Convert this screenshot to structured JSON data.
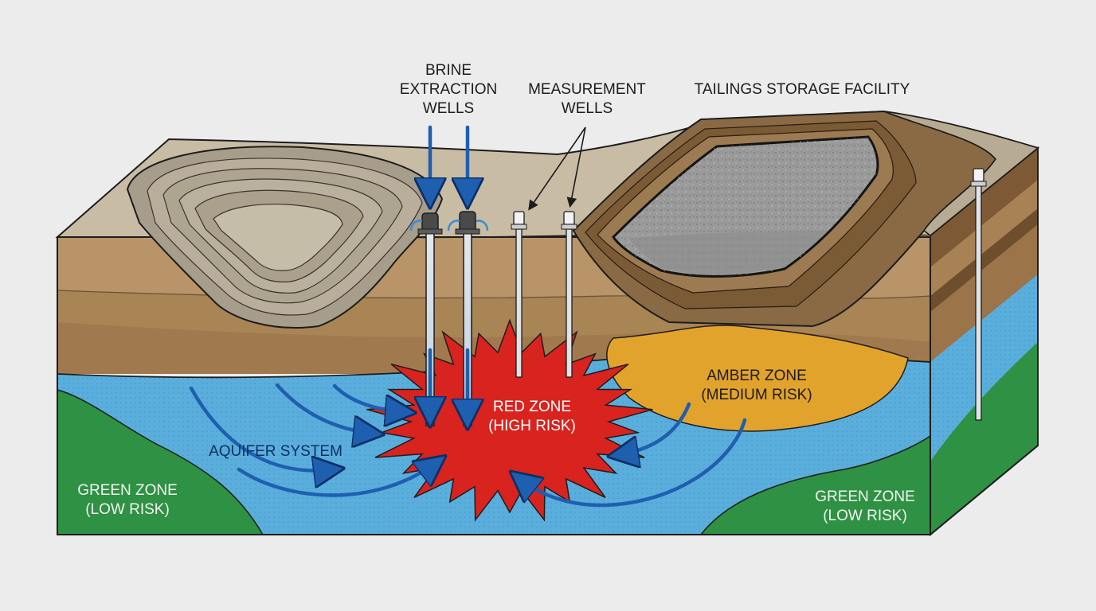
{
  "diagram": {
    "labels": {
      "brine_extraction_wells": [
        "BRINE",
        "EXTRACTION",
        "WELLS"
      ],
      "measurement_wells": [
        "MEASUREMENT",
        "WELLS"
      ],
      "tailings_storage_facility": "TAILINGS STORAGE FACILITY",
      "aquifer_system": "AQUIFER SYSTEM",
      "red_zone": [
        "RED ZONE",
        "(HIGH RISK)"
      ],
      "amber_zone": [
        "AMBER ZONE",
        "(MEDIUM RISK)"
      ],
      "green_zone_left": [
        "GREEN ZONE",
        "(LOW RISK)"
      ],
      "green_zone_right": [
        "GREEN ZONE",
        "(LOW RISK)"
      ]
    },
    "colors": {
      "background": "#ececec",
      "surface": "#c9bca5",
      "soil_upper": "#b89468",
      "soil_lower": "#a07a4e",
      "aquifer": "#5aaedc",
      "red_zone": "#d8231f",
      "amber_zone": "#e2a32c",
      "green_zone": "#2f9143",
      "arrow_blue": "#1f5fb0",
      "tailings": "#9a9a9a"
    }
  }
}
